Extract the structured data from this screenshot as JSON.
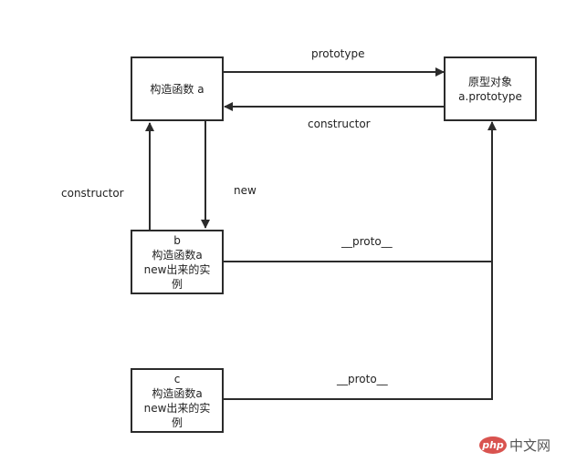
{
  "nodes": {
    "func_a": {
      "lines": [
        "构造函数 a"
      ]
    },
    "prototype_obj": {
      "lines": [
        "原型对象",
        "a.prototype"
      ]
    },
    "instance_b": {
      "lines": [
        "b",
        "构造函数a",
        "new出来的实",
        "例"
      ]
    },
    "instance_c": {
      "lines": [
        "c",
        "构造函数a",
        "new出来的实",
        "例"
      ]
    }
  },
  "edges": {
    "prototype_label": "prototype",
    "constructor_top_label": "constructor",
    "constructor_left_label": "constructor",
    "new_label": "new",
    "proto_b_label": "__proto__",
    "proto_c_label": "__proto__"
  },
  "watermark": {
    "logo": "php",
    "text": "中文网"
  },
  "colors": {
    "stroke": "#2b2b2b",
    "logo_bg": "#d9534f"
  }
}
